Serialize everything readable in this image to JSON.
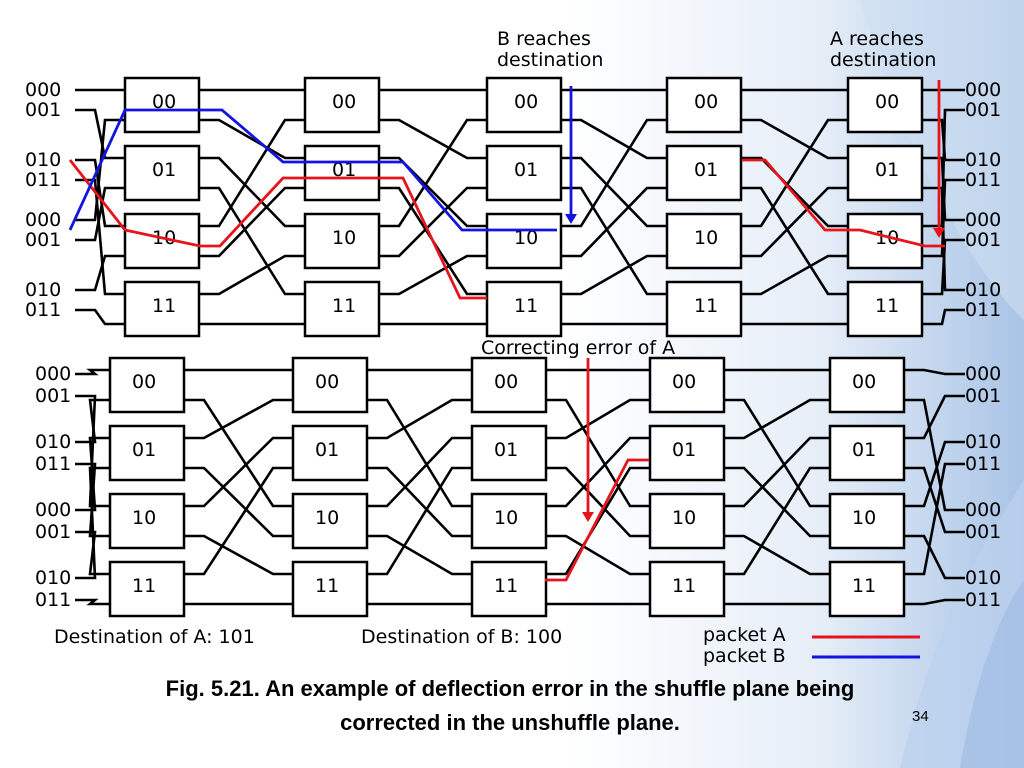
{
  "top_annotations": {
    "b_reaches_line1": "B reaches",
    "b_reaches_line2": "destination",
    "a_reaches_line1": "A reaches",
    "a_reaches_line2": "destination"
  },
  "middle_annotation": "Correcting error of A",
  "port_labels": [
    "000",
    "001",
    "010",
    "011",
    "000",
    "001",
    "010",
    "011"
  ],
  "box_labels": [
    "00",
    "01",
    "10",
    "11"
  ],
  "stages_per_plane": 5,
  "planes": [
    "shuffle",
    "unshuffle"
  ],
  "destinations": {
    "a": "Destination of A: 101",
    "b": "Destination of B: 100"
  },
  "legend": [
    {
      "label": "packet A",
      "color": "#e8141c"
    },
    {
      "label": "packet B",
      "color": "#1414e0"
    }
  ],
  "caption_line1": "Fig. 5.21. An example of deflection error in the shuffle plane being",
  "caption_line2": "corrected in the unshuffle plane.",
  "slide_number": "34",
  "colors": {
    "packet_a": "#e8141c",
    "packet_b": "#1414e0",
    "wire": "#000000"
  }
}
